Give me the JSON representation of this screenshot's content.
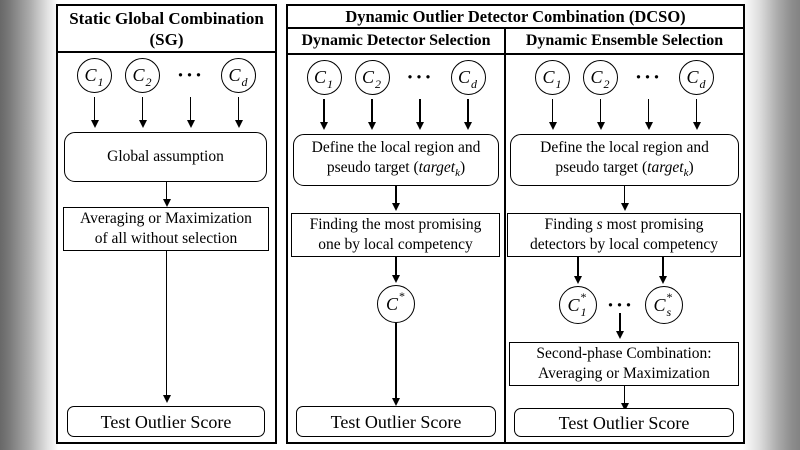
{
  "sg": {
    "title_line1": "Static Global Combination",
    "title_line2": "(SG)",
    "c1": {
      "base": "C",
      "sup": "",
      "sub": "1"
    },
    "c2": {
      "base": "C",
      "sup": "",
      "sub": "2"
    },
    "dots": "···",
    "cd": {
      "base": "C",
      "sup": "",
      "sub": "d"
    },
    "global_box": {
      "line1": "Global assumption"
    },
    "avg_box": {
      "line1": "Averaging or Maximization",
      "line2": "of all without selection"
    },
    "test_box": "Test Outlier Score"
  },
  "dcso": {
    "title": "Dynamic Outlier Detector Combination (DCSO)",
    "dds": {
      "subtitle": "Dynamic Detector Selection",
      "c1": {
        "base": "C",
        "sup": "",
        "sub": "1"
      },
      "c2": {
        "base": "C",
        "sup": "",
        "sub": "2"
      },
      "dots": "···",
      "cd": {
        "base": "C",
        "sup": "",
        "sub": "d"
      },
      "define_box": {
        "line1": "Define the local region and",
        "line2_pre": "pseudo target (",
        "line2_italic": "target",
        "line2_sub": "k",
        "line2_post": ")"
      },
      "finding_box": {
        "line1": "Finding the most promising",
        "line2": "one by local competency"
      },
      "result": {
        "base": "C",
        "sup": "*",
        "sub": ""
      },
      "test_box": "Test Outlier Score"
    },
    "des": {
      "subtitle": "Dynamic Ensemble Selection",
      "c1": {
        "base": "C",
        "sup": "",
        "sub": "1"
      },
      "c2": {
        "base": "C",
        "sup": "",
        "sub": "2"
      },
      "dots": "···",
      "cd": {
        "base": "C",
        "sup": "",
        "sub": "d"
      },
      "define_box": {
        "line1": "Define the local region and",
        "line2_pre": "pseudo target (",
        "line2_italic": "target",
        "line2_sub": "k",
        "line2_post": ")"
      },
      "finding_box": {
        "line1_pre": "Finding ",
        "line1_italic": "s",
        "line1_post": " most promising",
        "line2": "detectors by local competency"
      },
      "result1": {
        "base": "C",
        "sup": "*",
        "sub": "1"
      },
      "result_dots": "···",
      "result_s": {
        "base": "C",
        "sup": "*",
        "sub": "s"
      },
      "second_box": {
        "line1": "Second-phase Combination:",
        "line2": "Averaging or Maximization"
      },
      "test_box": "Test Outlier Score"
    }
  }
}
